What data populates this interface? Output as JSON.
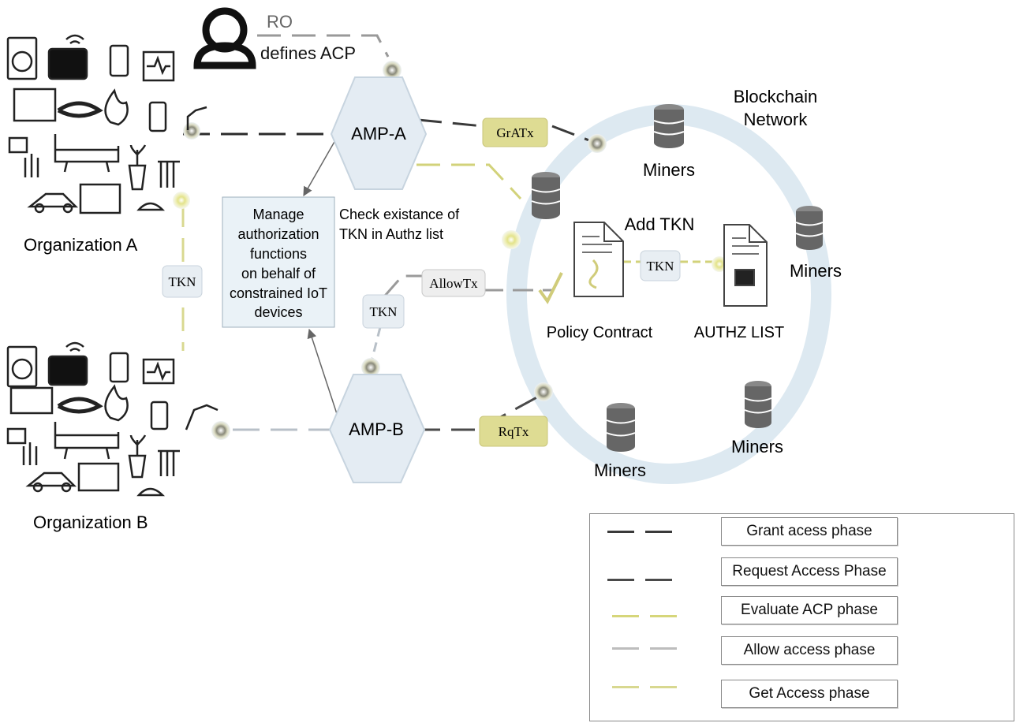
{
  "actors": {
    "ro_label": "RO",
    "ro_action": "defines ACP"
  },
  "organizations": {
    "a_label": "Organization A",
    "b_label": "Organization B"
  },
  "amp": {
    "a_label": "AMP-A",
    "b_label": "AMP-B"
  },
  "manage_box": {
    "lines": [
      "Manage",
      "authorization",
      "functions",
      "on behalf of",
      "constrained IoT",
      "devices"
    ]
  },
  "check_text": {
    "lines": [
      "Check existance of",
      "TKN in Authz list"
    ]
  },
  "tokens": {
    "org_tkn": "TKN",
    "mid_tkn": "TKN",
    "chain_tkn": "TKN"
  },
  "transactions": {
    "grant": "GrATx",
    "allow": "AllowTx",
    "request": "RqTx"
  },
  "blockchain": {
    "title_lines": [
      "Blockchain",
      "Network"
    ],
    "miners": [
      "Miners",
      "Miners",
      "Miners",
      "Miners"
    ],
    "add_tkn": "Add TKN",
    "policy_contract": "Policy Contract",
    "authz_list": "AUTHZ LIST"
  },
  "legend": {
    "items": [
      {
        "label": "Grant acess phase",
        "color": "#3a3a3a"
      },
      {
        "label": "Request Access Phase",
        "color": "#4a4a4a"
      },
      {
        "label": "Evaluate ACP phase",
        "color": "#d6d67a"
      },
      {
        "label": "Allow access phase",
        "color": "#bdbdbd"
      },
      {
        "label": "Get Access phase",
        "color": "#d8d890"
      }
    ]
  },
  "colors": {
    "ring": "#dde9f1",
    "hexagon": "#e4ecf3",
    "tx_yellow": "#dedc93",
    "dark_line": "#2a2a2a",
    "yellow_line": "#d2d27a",
    "grey_line": "#b8c0c8"
  }
}
